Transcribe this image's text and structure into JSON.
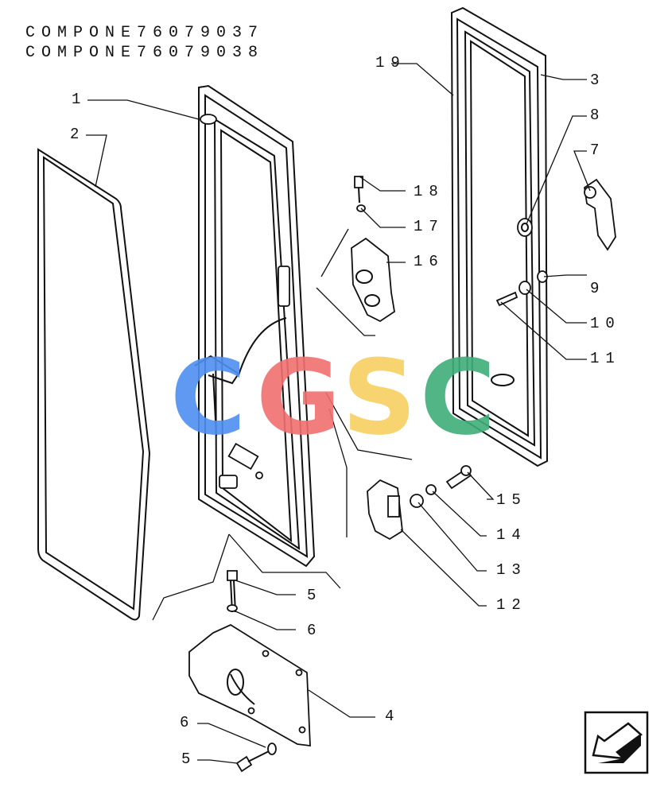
{
  "header": {
    "codes": [
      "COMPONE76079037",
      "COMPONE76079038"
    ]
  },
  "watermark": {
    "letters": [
      "C",
      "G",
      "S",
      "C"
    ],
    "colors": [
      "#4f8ff0",
      "#f07070",
      "#f7d060",
      "#3fae7a"
    ]
  },
  "callouts": {
    "c1": "1",
    "c2": "2",
    "c3": "3",
    "c4": "4",
    "c5a": "5",
    "c5b": "5",
    "c6a": "6",
    "c6b": "6",
    "c7": "7",
    "c8": "8",
    "c9": "9",
    "c10": "10",
    "c11": "11",
    "c12": "12",
    "c13": "13",
    "c14": "14",
    "c15": "15",
    "c16": "16",
    "c17": "17",
    "c18": "18",
    "c19": "19"
  },
  "nav": {
    "icon": "arrow-back-icon"
  }
}
